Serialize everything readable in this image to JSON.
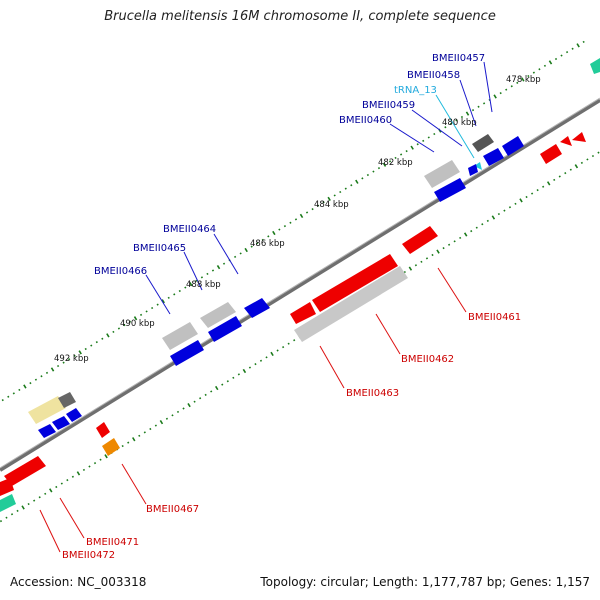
{
  "title": "Brucella melitensis 16M chromosome II, complete sequence",
  "footer": {
    "accession": "Accession: NC_003318",
    "summary": "Topology: circular; Length: 1,177,787 bp; Genes: 1,157"
  },
  "colors": {
    "backbone": "#7f7f7f",
    "tick": "#1a7a1a",
    "gene_forward": "#0000dd",
    "gene_reverse": "#ee0000",
    "trna": "#22ccdd",
    "pseudo": "#c8c8c8",
    "label_forward": "#000099",
    "label_reverse": "#cc0000",
    "label_trna": "#22aadd"
  },
  "scale_labels": [
    "478 kbp",
    "480 kbp",
    "482 kbp",
    "484 kbp",
    "486 kbp",
    "488 kbp",
    "490 kbp",
    "492 kbp"
  ],
  "gene_labels_forward": [
    "BMEII0457",
    "BMEII0458",
    "tRNA_13",
    "BMEII0459",
    "BMEII0460",
    "BMEII0464",
    "BMEII0465",
    "BMEII0466"
  ],
  "gene_labels_reverse": [
    "BMEII0461",
    "BMEII0462",
    "BMEII0463",
    "BMEII0467",
    "BMEII0471",
    "BMEII0472"
  ]
}
